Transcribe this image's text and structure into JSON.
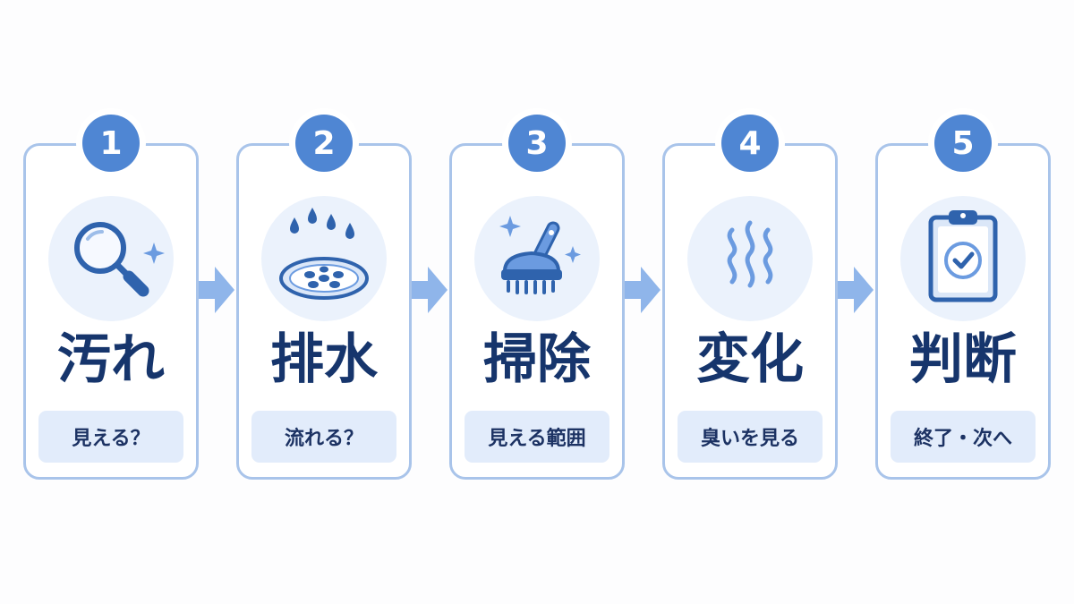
{
  "steps": [
    {
      "number": "1",
      "title": "汚れ",
      "caption": "見える？",
      "icon": "magnifying-glass-icon"
    },
    {
      "number": "2",
      "title": "排水",
      "caption": "流れる？",
      "icon": "drain-water-icon"
    },
    {
      "number": "3",
      "title": "掃除",
      "caption": "見える範囲",
      "icon": "scrub-brush-icon"
    },
    {
      "number": "4",
      "title": "変化",
      "caption": "臭いを見る",
      "icon": "odor-waves-icon"
    },
    {
      "number": "5",
      "title": "判断",
      "caption": "終了・次へ",
      "icon": "clipboard-check-icon"
    }
  ],
  "colors": {
    "badge": "#4f86d3",
    "card_border": "#a9c4ea",
    "icon_bg": "#ebf2fc",
    "title_text": "#16356c",
    "pill_bg": "#e2ecfb",
    "arrow": "#8fb5ea",
    "icon_line": "#2f63ad",
    "icon_fill": "#6b9be0"
  }
}
